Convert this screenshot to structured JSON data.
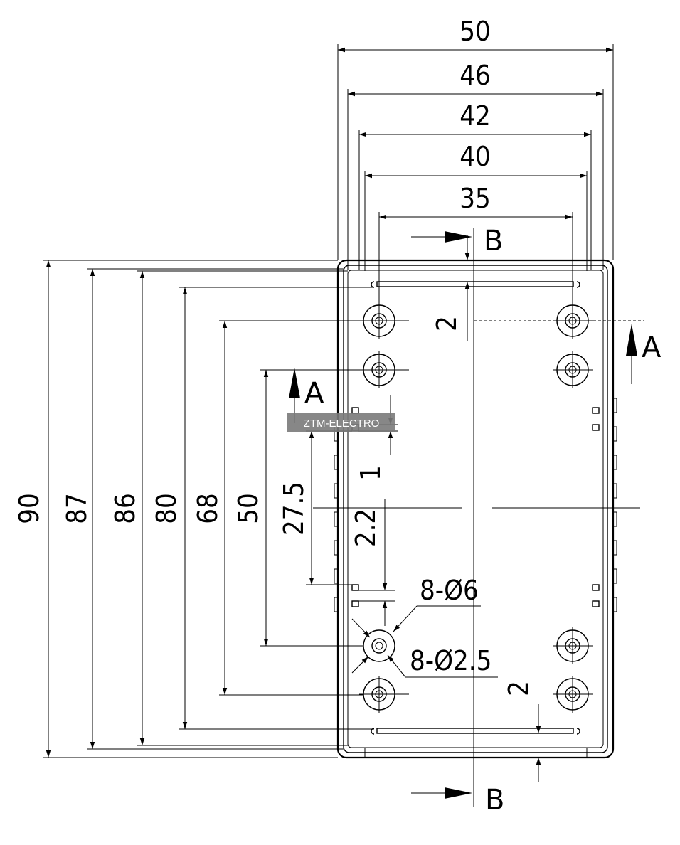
{
  "width_dims": [
    "50",
    "46",
    "42",
    "40",
    "35"
  ],
  "height_dims": [
    "90",
    "87",
    "86",
    "80",
    "68",
    "50",
    "27.5"
  ],
  "detail_dims": {
    "wall_gap_top": "2",
    "wall_gap_bottom": "2",
    "rib_1": "1",
    "rib_2_2": "2.2"
  },
  "holes": {
    "outer_diameter": "8-Ø6",
    "inner_diameter": "8-Ø2.5"
  },
  "section_marks": {
    "a": "A",
    "b": "B"
  },
  "watermark": "ZTM-ELECTRO"
}
